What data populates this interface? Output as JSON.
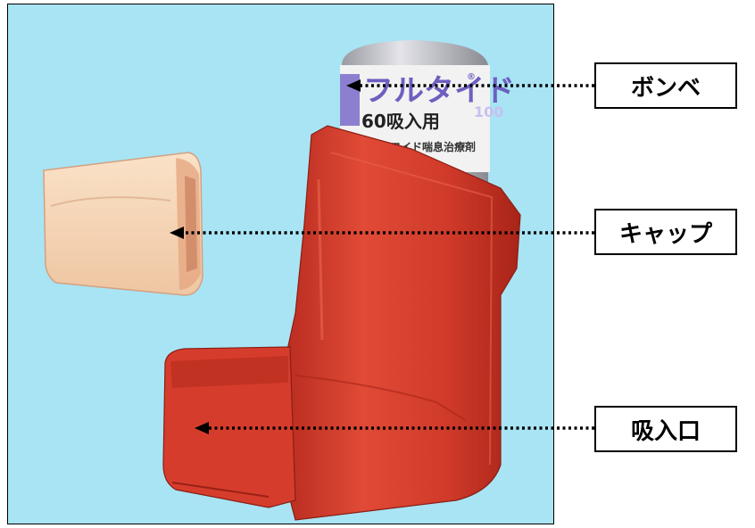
{
  "labels": {
    "canister": "ボンベ",
    "cap": "キャップ",
    "mouthpiece": "吸入口"
  },
  "canister_print": {
    "brand": "フルタイド",
    "registered_mark": "®",
    "dose_badge": "100",
    "doses": "60吸入用",
    "description": "ステロイド喘息治療剤"
  },
  "colors": {
    "background_panel": "#a8e4f4",
    "inhaler_body": "#d63c2c",
    "cap": "#f6d2b4",
    "canister_band": "#8d7fd0",
    "canister_label": "#f2f2f2"
  }
}
